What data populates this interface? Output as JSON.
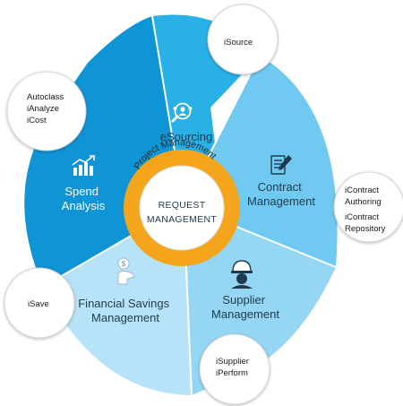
{
  "center": {
    "ring_label": "Project Management",
    "line1": "REQUEST",
    "line2": "MANAGEMENT"
  },
  "segments": [
    {
      "id": "esourcing",
      "label": [
        "eSourcing"
      ],
      "icon": "magnifier-users-icon",
      "color": "#29b0e6",
      "tools": [
        "iSource"
      ]
    },
    {
      "id": "contract",
      "label": [
        "Contract",
        "Management"
      ],
      "icon": "document-pen-icon",
      "color": "#6fc9f0",
      "tools": [
        "iContract",
        "Authoring",
        "iContract",
        "Repository"
      ]
    },
    {
      "id": "supplier",
      "label": [
        "Supplier",
        "Management"
      ],
      "icon": "worker-helmet-icon",
      "color": "#94d6f4",
      "tools": [
        "iSupplier",
        "iPerform"
      ]
    },
    {
      "id": "savings",
      "label": [
        "Financial Savings",
        "Management"
      ],
      "icon": "money-hand-icon",
      "color": "#b7e3f8",
      "tools": [
        "iSave"
      ]
    },
    {
      "id": "spend",
      "label": [
        "Spend",
        "Analysis"
      ],
      "icon": "bar-chart-icon",
      "color": "#0f94d6",
      "tools": [
        "Autoclass",
        "iAnalyze",
        "iCost"
      ]
    }
  ],
  "colors": {
    "ring": "#f4a51c",
    "center_fill": "#ffffff",
    "bubble_border": "#d4d4d4"
  }
}
